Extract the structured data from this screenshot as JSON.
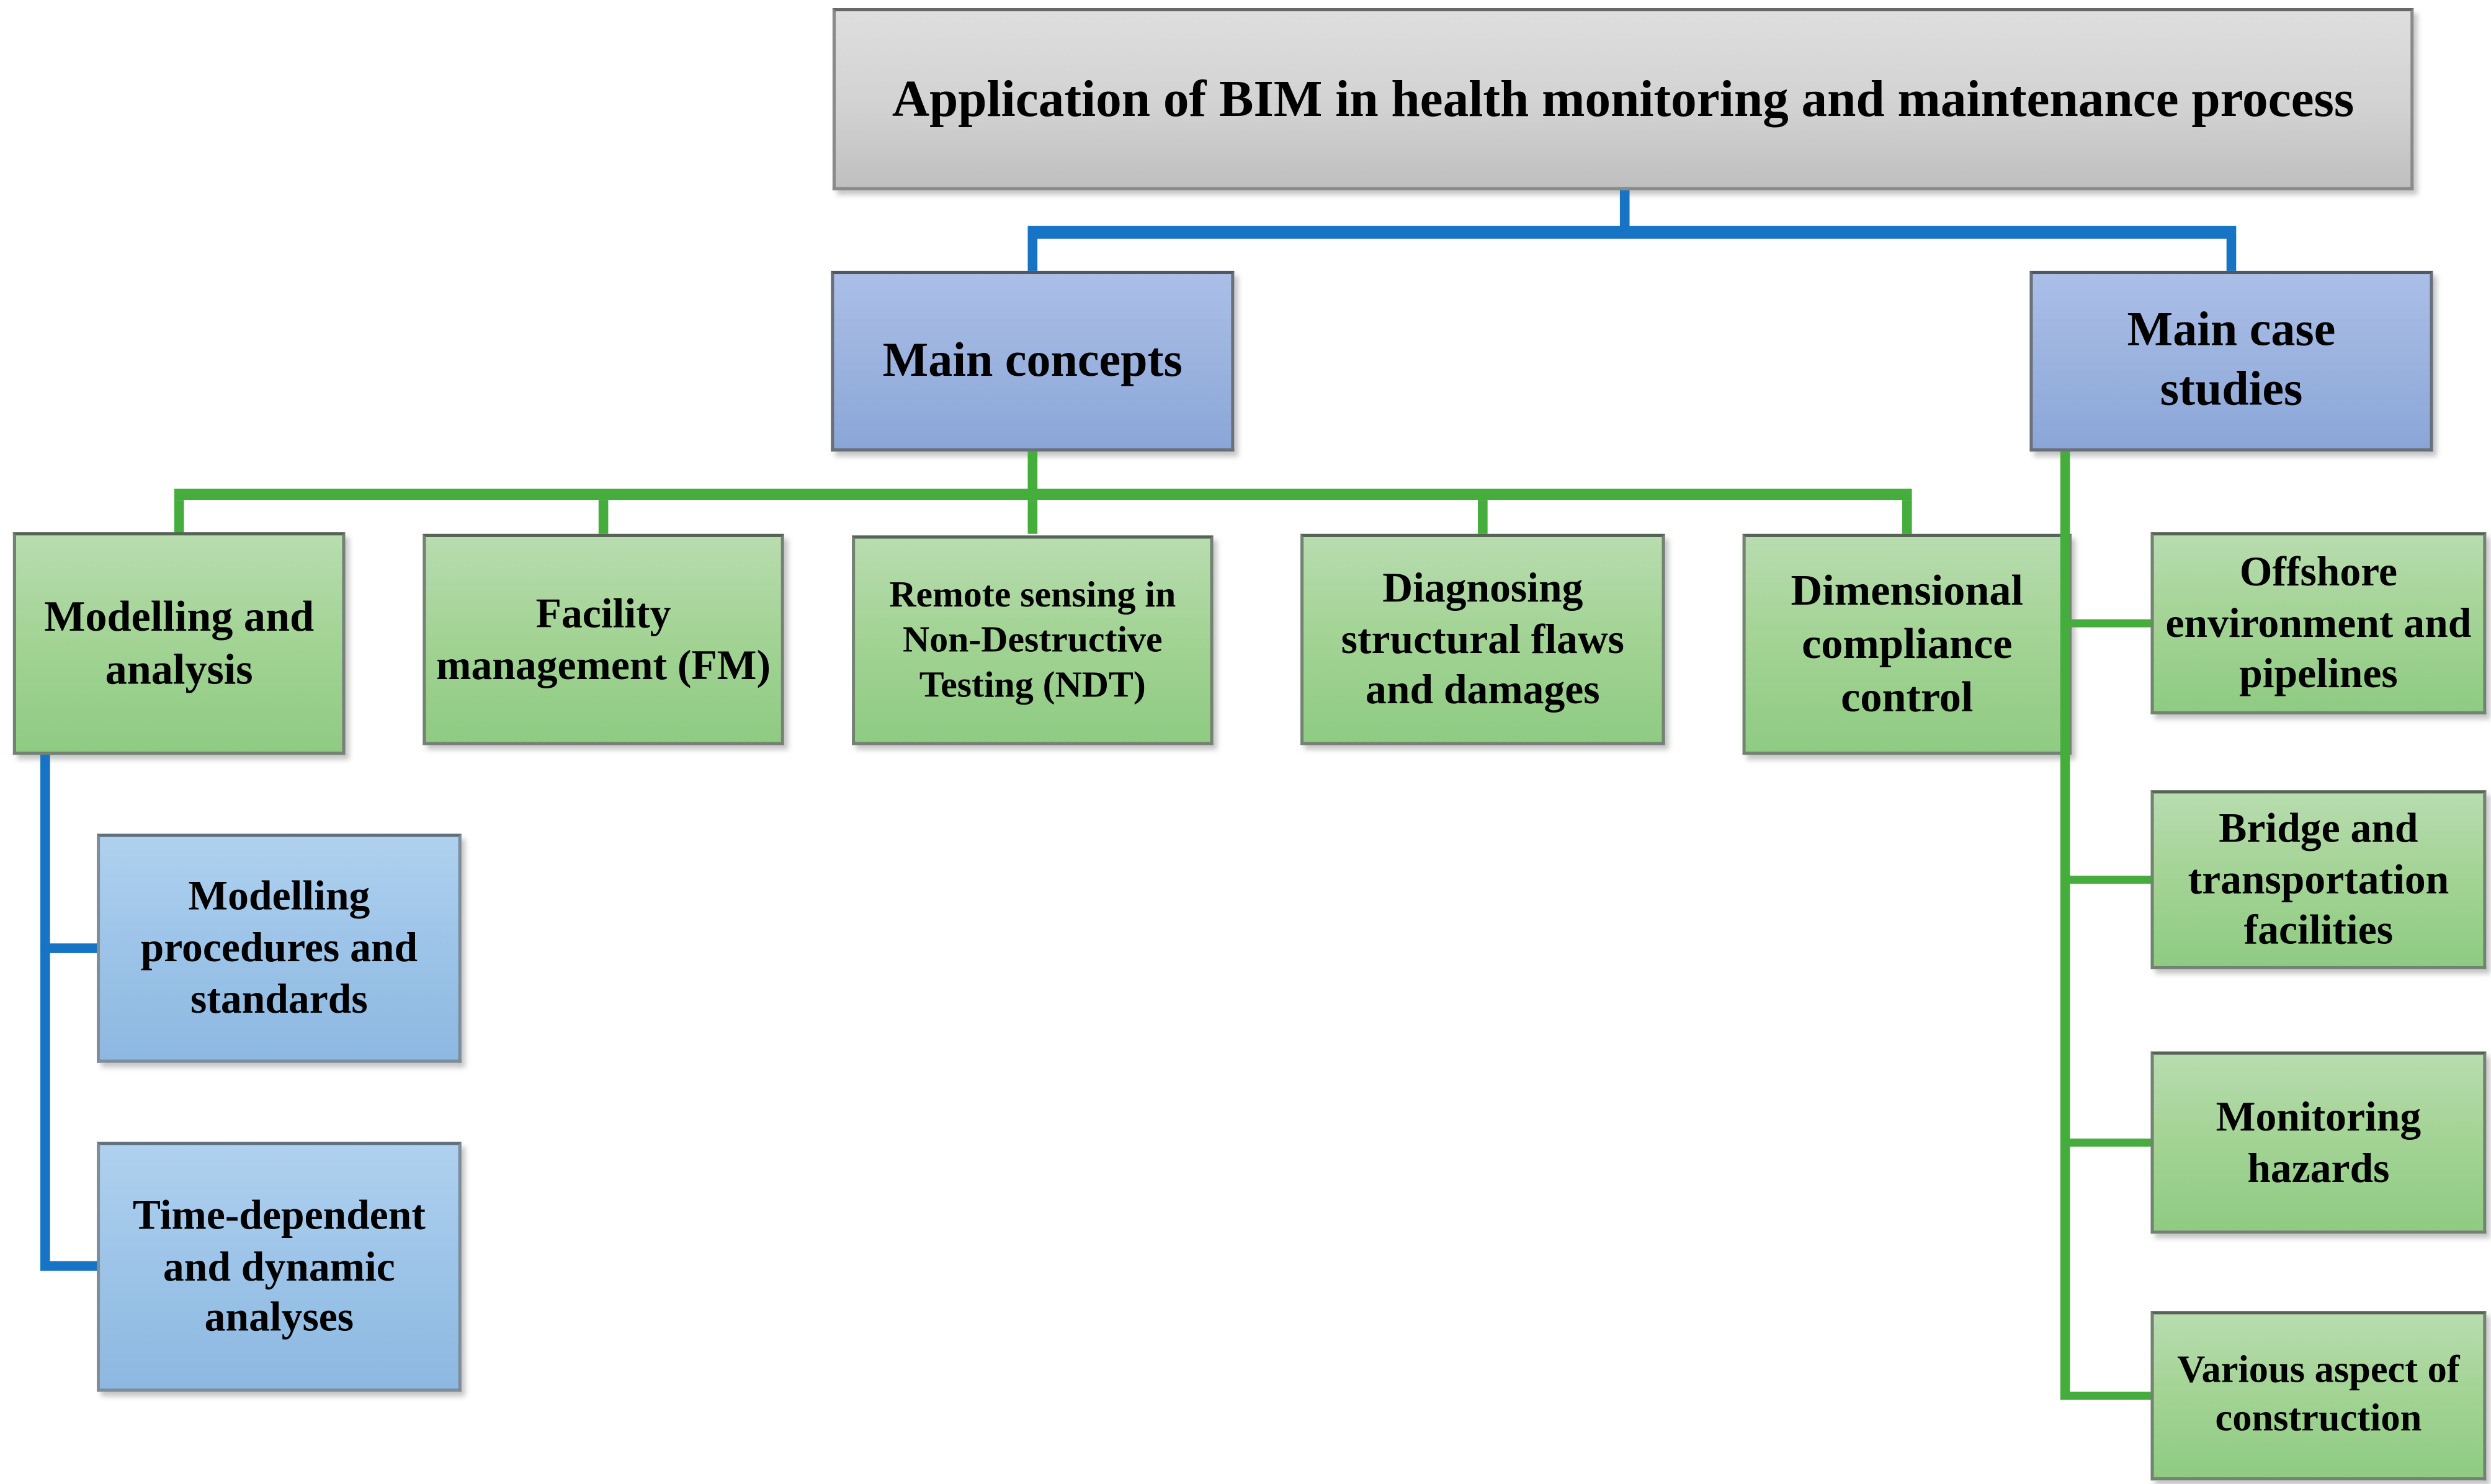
{
  "diagram": {
    "root": {
      "label": "Application of BIM in health monitoring and maintenance process"
    },
    "main_concepts": {
      "label": "Main concepts",
      "children": {
        "modelling_analysis": {
          "label": "Modelling and analysis",
          "children": {
            "modelling_procedures": {
              "label": "Modelling procedures and standards"
            },
            "time_dependent": {
              "label": "Time-dependent and dynamic analyses"
            }
          }
        },
        "facility_management": {
          "label": "Facility management (FM)"
        },
        "remote_sensing": {
          "label": "Remote sensing in Non-Destructive Testing (NDT)"
        },
        "diagnosing": {
          "label": "Diagnosing structural flaws and damages"
        },
        "dimensional": {
          "label": "Dimensional compliance control"
        }
      }
    },
    "main_case_studies": {
      "label": "Main case studies",
      "children": {
        "offshore": {
          "label": "Offshore environment and pipelines"
        },
        "bridge": {
          "label": "Bridge and transportation facilities"
        },
        "monitoring": {
          "label": "Monitoring hazards"
        },
        "various": {
          "label": "Various aspect of construction"
        }
      }
    }
  },
  "colors": {
    "connector_blue": "#1774c4",
    "connector_green": "#44ad3c",
    "root_box_fill": "#d2d2d2",
    "level1_box_fill": "#9db4e0",
    "concept_box_fill": "#a4d496",
    "substep_box_fill": "#9ec5e9"
  }
}
